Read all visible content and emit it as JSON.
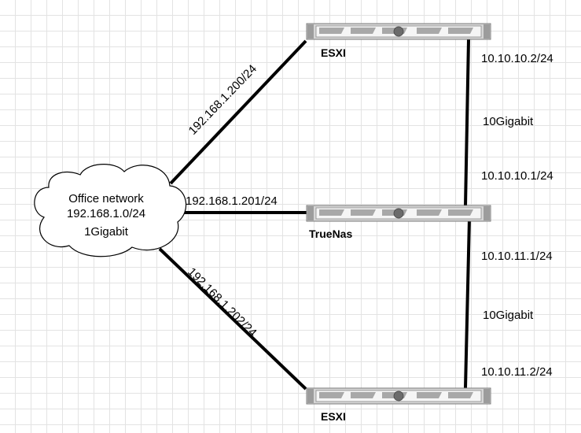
{
  "cloud": {
    "name": "Office network",
    "subnet": "192.168.1.0/24",
    "speed": "1Gigabit"
  },
  "servers": {
    "top": {
      "name": "ESXI"
    },
    "middle": {
      "name": "TrueNas"
    },
    "bottom": {
      "name": "ESXI"
    }
  },
  "links": {
    "top_ip": "192.168.1.200/24",
    "middle_ip": "192.168.1.201/24",
    "bottom_ip": "192.168.1.202/24"
  },
  "storage_links": {
    "top": {
      "esxi_ip": "10.10.10.2/24",
      "speed": "10Gigabit",
      "truenas_ip": "10.10.10.1/24"
    },
    "bottom": {
      "truenas_ip": "10.10.11.1/24",
      "speed": "10Gigabit",
      "esxi_ip": "10.10.11.2/24"
    }
  },
  "colors": {
    "line": "#000000",
    "server_body": "#d6d6d6",
    "server_outline": "#7a7a7a",
    "server_slot": "#a8a8a8",
    "grid": "#e3e3e3"
  }
}
